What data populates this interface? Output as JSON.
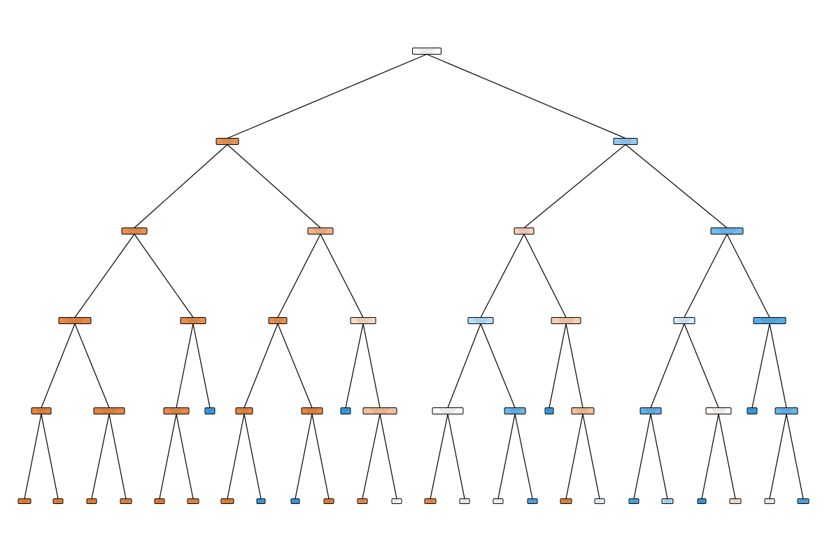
{
  "tree": {
    "colors": {
      "edge": "#000000",
      "node_border": "#000000",
      "class_0": "#e58139",
      "class_1": "#399de5",
      "neutral": "#ffffff"
    },
    "nodes": [
      {
        "id": "n0",
        "depth": 0,
        "class": 0,
        "purity": 0.02,
        "children": [
          "n1",
          "n2"
        ]
      },
      {
        "id": "n1",
        "depth": 1,
        "class": 0,
        "purity": 0.85,
        "children": [
          "n3",
          "n4"
        ]
      },
      {
        "id": "n2",
        "depth": 1,
        "class": 1,
        "purity": 0.55,
        "children": [
          "n5",
          "n6"
        ]
      },
      {
        "id": "n3",
        "depth": 2,
        "class": 0,
        "purity": 0.88,
        "children": [
          "n7",
          "n8"
        ]
      },
      {
        "id": "n4",
        "depth": 2,
        "class": 0,
        "purity": 0.6,
        "children": [
          "n9",
          "n10"
        ]
      },
      {
        "id": "n5",
        "depth": 2,
        "class": 0,
        "purity": 0.35,
        "children": [
          "n11",
          "n12"
        ]
      },
      {
        "id": "n6",
        "depth": 2,
        "class": 1,
        "purity": 0.7,
        "children": [
          "n13",
          "n14"
        ]
      },
      {
        "id": "n7",
        "depth": 3,
        "class": 0,
        "purity": 0.95,
        "children": [
          "n15",
          "n16"
        ]
      },
      {
        "id": "n8",
        "depth": 3,
        "class": 0,
        "purity": 0.9,
        "children": [
          "n17",
          "n18"
        ]
      },
      {
        "id": "n9",
        "depth": 3,
        "class": 0,
        "purity": 0.9,
        "children": [
          "n19",
          "n20"
        ]
      },
      {
        "id": "n10",
        "depth": 3,
        "class": 0,
        "purity": 0.3,
        "children": [
          "n21",
          "n22"
        ]
      },
      {
        "id": "n11",
        "depth": 3,
        "class": 1,
        "purity": 0.35,
        "children": [
          "n23",
          "n24"
        ]
      },
      {
        "id": "n12",
        "depth": 3,
        "class": 0,
        "purity": 0.4,
        "children": [
          "n25",
          "n26"
        ]
      },
      {
        "id": "n13",
        "depth": 3,
        "class": 1,
        "purity": 0.2,
        "children": [
          "n27",
          "n28"
        ]
      },
      {
        "id": "n14",
        "depth": 3,
        "class": 1,
        "purity": 0.85,
        "children": [
          "n29",
          "n30"
        ]
      },
      {
        "id": "n15",
        "depth": 4,
        "class": 0,
        "purity": 0.97,
        "children": [
          "n31",
          "n32"
        ]
      },
      {
        "id": "n16",
        "depth": 4,
        "class": 0,
        "purity": 0.95,
        "children": [
          "n33",
          "n34"
        ]
      },
      {
        "id": "n17",
        "depth": 4,
        "class": 0,
        "purity": 0.92,
        "children": [
          "n35",
          "n36"
        ]
      },
      {
        "id": "n18",
        "depth": 4,
        "class": 1,
        "purity": 1.0,
        "children": []
      },
      {
        "id": "n19",
        "depth": 4,
        "class": 0,
        "purity": 0.95,
        "children": [
          "n37",
          "n38"
        ]
      },
      {
        "id": "n20",
        "depth": 4,
        "class": 0,
        "purity": 0.95,
        "children": [
          "n39",
          "n40"
        ]
      },
      {
        "id": "n21",
        "depth": 4,
        "class": 1,
        "purity": 1.0,
        "children": []
      },
      {
        "id": "n22",
        "depth": 4,
        "class": 0,
        "purity": 0.5,
        "children": [
          "n41",
          "n42"
        ]
      },
      {
        "id": "n23",
        "depth": 4,
        "class": 0,
        "purity": 0.02,
        "children": [
          "n43",
          "n44"
        ]
      },
      {
        "id": "n24",
        "depth": 4,
        "class": 1,
        "purity": 0.75,
        "children": [
          "n45",
          "n46"
        ]
      },
      {
        "id": "n25",
        "depth": 4,
        "class": 1,
        "purity": 1.0,
        "children": []
      },
      {
        "id": "n26",
        "depth": 4,
        "class": 0,
        "purity": 0.5,
        "children": [
          "n47",
          "n48"
        ]
      },
      {
        "id": "n27",
        "depth": 4,
        "class": 1,
        "purity": 0.8,
        "children": [
          "n49",
          "n50"
        ]
      },
      {
        "id": "n28",
        "depth": 4,
        "class": 0,
        "purity": 0.05,
        "children": [
          "n51",
          "n52"
        ]
      },
      {
        "id": "n29",
        "depth": 4,
        "class": 1,
        "purity": 1.0,
        "children": []
      },
      {
        "id": "n30",
        "depth": 4,
        "class": 1,
        "purity": 0.75,
        "children": [
          "n53",
          "n54"
        ]
      },
      {
        "id": "n31",
        "depth": 5,
        "class": 0,
        "purity": 1.0,
        "children": []
      },
      {
        "id": "n32",
        "depth": 5,
        "class": 0,
        "purity": 1.0,
        "children": []
      },
      {
        "id": "n33",
        "depth": 5,
        "class": 0,
        "purity": 1.0,
        "children": []
      },
      {
        "id": "n34",
        "depth": 5,
        "class": 0,
        "purity": 0.95,
        "children": []
      },
      {
        "id": "n35",
        "depth": 5,
        "class": 0,
        "purity": 1.0,
        "children": []
      },
      {
        "id": "n36",
        "depth": 5,
        "class": 0,
        "purity": 0.95,
        "children": []
      },
      {
        "id": "n37",
        "depth": 5,
        "class": 0,
        "purity": 1.0,
        "children": []
      },
      {
        "id": "n38",
        "depth": 5,
        "class": 1,
        "purity": 1.0,
        "children": []
      },
      {
        "id": "n39",
        "depth": 5,
        "class": 1,
        "purity": 1.0,
        "children": []
      },
      {
        "id": "n40",
        "depth": 5,
        "class": 0,
        "purity": 1.0,
        "children": []
      },
      {
        "id": "n41",
        "depth": 5,
        "class": 0,
        "purity": 0.9,
        "children": []
      },
      {
        "id": "n42",
        "depth": 5,
        "class": 1,
        "purity": 0.05,
        "children": []
      },
      {
        "id": "n43",
        "depth": 5,
        "class": 0,
        "purity": 0.9,
        "children": []
      },
      {
        "id": "n44",
        "depth": 5,
        "class": 1,
        "purity": 0.1,
        "children": []
      },
      {
        "id": "n45",
        "depth": 5,
        "class": 0,
        "purity": 0.05,
        "children": []
      },
      {
        "id": "n46",
        "depth": 5,
        "class": 1,
        "purity": 0.9,
        "children": []
      },
      {
        "id": "n47",
        "depth": 5,
        "class": 0,
        "purity": 0.95,
        "children": []
      },
      {
        "id": "n48",
        "depth": 5,
        "class": 1,
        "purity": 0.1,
        "children": []
      },
      {
        "id": "n49",
        "depth": 5,
        "class": 1,
        "purity": 0.9,
        "children": []
      },
      {
        "id": "n50",
        "depth": 5,
        "class": 1,
        "purity": 0.4,
        "children": []
      },
      {
        "id": "n51",
        "depth": 5,
        "class": 1,
        "purity": 1.0,
        "children": []
      },
      {
        "id": "n52",
        "depth": 5,
        "class": 0,
        "purity": 0.25,
        "children": []
      },
      {
        "id": "n53",
        "depth": 5,
        "class": 0,
        "purity": 0.1,
        "children": []
      },
      {
        "id": "n54",
        "depth": 5,
        "class": 1,
        "purity": 0.9,
        "children": []
      }
    ]
  }
}
